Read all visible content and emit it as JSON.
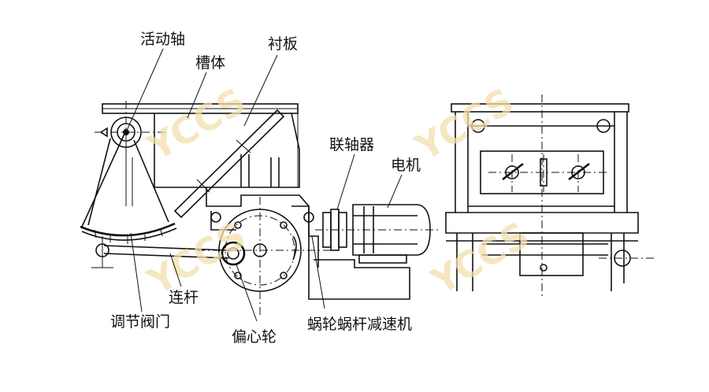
{
  "labels": {
    "activity_shaft": "活动轴",
    "trough_body": "槽体",
    "liner": "衬板",
    "coupling": "联轴器",
    "motor": "电机",
    "connecting_rod": "连杆",
    "adjusting_valve": "调节阀门",
    "eccentric_wheel": "偏心轮",
    "worm_reducer": "蜗轮蜗杆减速机"
  },
  "watermark": "YCCS",
  "colors": {
    "line": "#111111",
    "watermark": "#f3dfae",
    "background": "#ffffff"
  }
}
